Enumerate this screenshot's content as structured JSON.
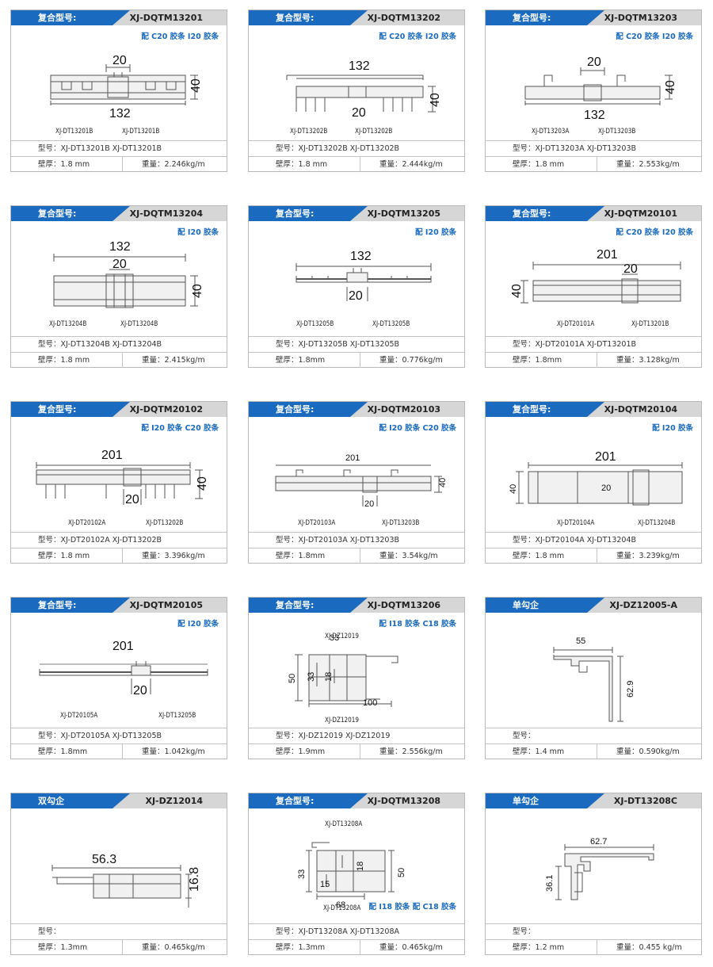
{
  "colors": {
    "header_blue": "#1a6bbf",
    "header_gray": "#d6d6d6",
    "note_blue": "#1a6bbf"
  },
  "labels": {
    "model_prefix": "型号：",
    "wall_prefix": "壁厚：",
    "weight_prefix": "重量："
  },
  "cards": [
    {
      "title": "复合型号:",
      "code": "XJ-DQTM13201",
      "note": "配 C20 胶条 I20 胶条",
      "parts": [
        "XJ-DT13201B",
        "XJ-DT13201B"
      ],
      "model": "XJ-DT13201B   XJ-DT13201B",
      "wall": "1.8 mm",
      "weight": "2.246kg/m",
      "dims": [
        "20",
        "132",
        "40"
      ]
    },
    {
      "title": "复合型号:",
      "code": "XJ-DQTM13202",
      "note": "配 C20 胶条 I20 胶条",
      "parts": [
        "XJ-DT13202B",
        "XJ-DT13202B"
      ],
      "model": "XJ-DT13202B   XJ-DT13202B",
      "wall": "1.8 mm",
      "weight": "2.444kg/m",
      "dims": [
        "132",
        "20",
        "40"
      ]
    },
    {
      "title": "复合型号:",
      "code": "XJ-DQTM13203",
      "note": "配 C20 胶条 I20 胶条",
      "parts": [
        "XJ-DT13203A",
        "XJ-DT13203B"
      ],
      "model": "XJ-DT13203A   XJ-DT13203B",
      "wall": "1.8 mm",
      "weight": "2.553kg/m",
      "dims": [
        "20",
        "132",
        "40"
      ]
    },
    {
      "title": "复合型号:",
      "code": "XJ-DQTM13204",
      "note": "配 I20 胶条",
      "parts": [
        "XJ-DT13204B",
        "XJ-DT13204B"
      ],
      "model": "XJ-DT13204B   XJ-DT13204B",
      "wall": "1.8 mm",
      "weight": "2.415kg/m",
      "dims": [
        "132",
        "20",
        "40"
      ]
    },
    {
      "title": "复合型号:",
      "code": "XJ-DQTM13205",
      "note": "配 I20 胶条",
      "parts": [
        "XJ-DT13205B",
        "XJ-DT13205B"
      ],
      "model": "XJ-DT13205B   XJ-DT13205B",
      "wall": "1.8mm",
      "weight": "0.776kg/m",
      "dims": [
        "132",
        "20"
      ]
    },
    {
      "title": "复合型号:",
      "code": "XJ-DQTM20101",
      "note": "配 C20 胶条 I20 胶条",
      "parts": [
        "XJ-DT20101A",
        "XJ-DT13201B"
      ],
      "model": "XJ-DT20101A   XJ-DT13201B",
      "wall": "1.8mm",
      "weight": "3.128kg/m",
      "dims": [
        "201",
        "20",
        "40"
      ]
    },
    {
      "title": "复合型号:",
      "code": "XJ-DQTM20102",
      "note": "配 I20 胶条 C20 胶条",
      "parts": [
        "XJ-DT20102A",
        "XJ-DT13202B"
      ],
      "model": "XJ-DT20102A   XJ-DT13202B",
      "wall": "1.8 mm",
      "weight": "3.396kg/m",
      "dims": [
        "201",
        "20",
        "40"
      ]
    },
    {
      "title": "复合型号:",
      "code": "XJ-DQTM20103",
      "note": "配 I20 胶条 C20 胶条",
      "parts": [
        "XJ-DT20103A",
        "XJ-DT13203B"
      ],
      "model": "XJ-DT20103A   XJ-DT13203B",
      "wall": "1.8mm",
      "weight": "3.54kg/m",
      "dims": [
        "201",
        "20",
        "40"
      ]
    },
    {
      "title": "复合型号:",
      "code": "XJ-DQTM20104",
      "note": "配 I20 胶条",
      "parts": [
        "XJ-DT20104A",
        "XJ-DT13204B"
      ],
      "model": "XJ-DT20104A   XJ-DT13204B",
      "wall": "1.8 mm",
      "weight": "3.239kg/m",
      "dims": [
        "201",
        "20",
        "40"
      ]
    },
    {
      "title": "复合型号:",
      "code": "XJ-DQTM20105",
      "note": "配 I20 胶条",
      "parts": [
        "XJ-DT20105A",
        "XJ-DT13205B"
      ],
      "model": "XJ-DT20105A   XJ-DT13205B",
      "wall": "1.8mm",
      "weight": "1.042kg/m",
      "dims": [
        "201",
        "20"
      ]
    },
    {
      "title": "复合型号:",
      "code": "XJ-DQTM13206",
      "note": "配 I18 胶条 C18 胶条",
      "parts": [
        "XJ-DZ12019",
        "XJ-DZ12019"
      ],
      "model": "XJ-DZ12019   XJ-DZ12019",
      "wall": "1.9mm",
      "weight": "2.556kg/m",
      "dims": [
        "33",
        "50",
        "33",
        "18",
        "100"
      ]
    },
    {
      "title": "单勾企",
      "code": "XJ-DZ12005-A",
      "note": "",
      "parts": [],
      "model": "",
      "wall": "1.4 mm",
      "weight": "0.590kg/m",
      "dims": [
        "55",
        "62.9"
      ]
    },
    {
      "title": "双勾企",
      "code": "XJ-DZ12014",
      "note": "",
      "parts": [],
      "model": "",
      "wall": "1.3mm",
      "weight": "0.465kg/m",
      "dims": [
        "56.3",
        "16.8"
      ]
    },
    {
      "title": "复合型号:",
      "code": "XJ-DQTM13208",
      "note": "配 I18 胶条 配 C18 胶条",
      "parts": [
        "XJ-DT13208A",
        "XJ-DT13208A"
      ],
      "model": "XJ-DT13208A   XJ-DT13208A",
      "wall": "1.3mm",
      "weight": "0.465kg/m",
      "dims": [
        "33",
        "15",
        "18",
        "50",
        "68"
      ]
    },
    {
      "title": "单勾企",
      "code": "XJ-DT13208C",
      "note": "",
      "parts": [],
      "model": "",
      "wall": "1.2 mm",
      "weight": "0.455 kg/m",
      "dims": [
        "62.7",
        "36.1"
      ]
    }
  ]
}
